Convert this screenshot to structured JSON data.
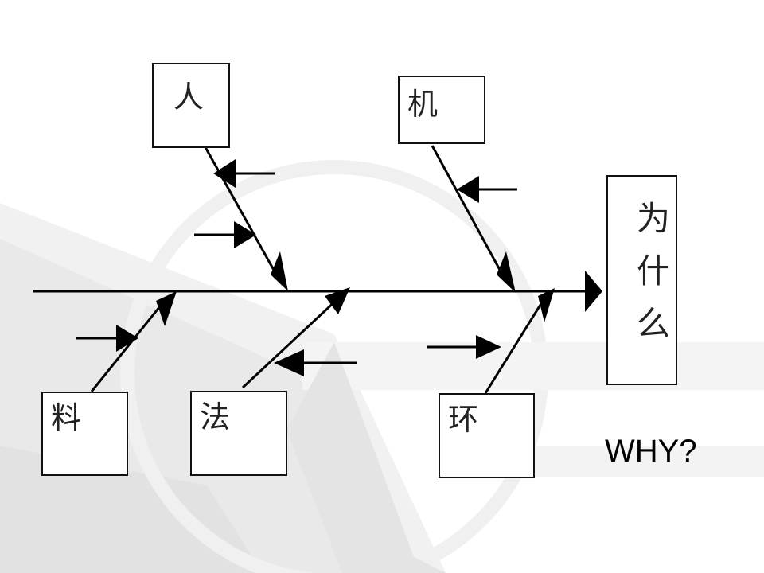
{
  "causes": {
    "people": "人",
    "machine": "机",
    "material": "料",
    "method": "法",
    "environment": "环"
  },
  "effect": {
    "chars": [
      "为",
      "什",
      "么"
    ]
  },
  "why_text": "WHY?"
}
